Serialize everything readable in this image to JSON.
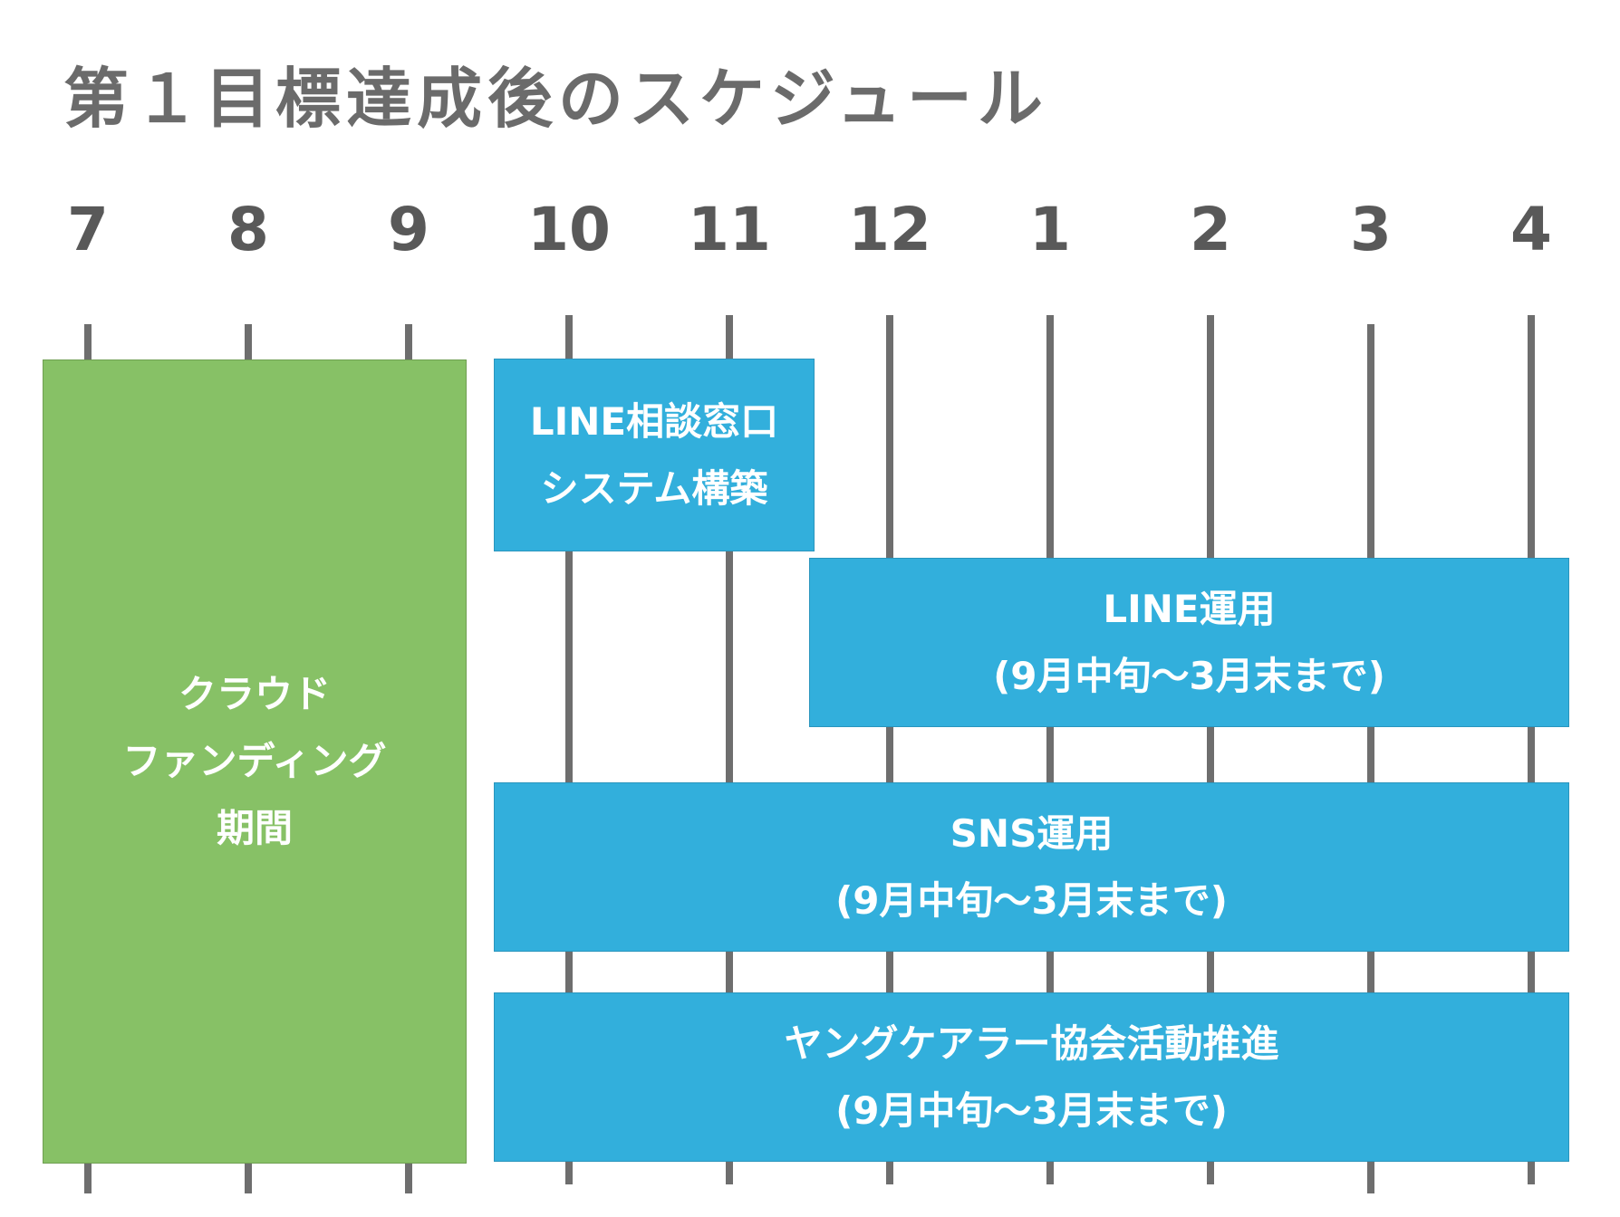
{
  "title": "第１目標達成後のスケジュール",
  "months": [
    "7",
    "8",
    "9",
    "10",
    "11",
    "12",
    "1",
    "2",
    "3",
    "4"
  ],
  "bars": [
    {
      "id": "crowdfunding",
      "lines": [
        "クラウド",
        "ファンディング",
        "期間"
      ],
      "color": "#87c166"
    },
    {
      "id": "line-system",
      "lines": [
        "LINE相談窓口",
        "システム構築"
      ],
      "color": "#32afdc"
    },
    {
      "id": "line-ops",
      "lines": [
        "LINE運用",
        "(9月中旬〜3月末まで)"
      ],
      "color": "#32afdc"
    },
    {
      "id": "sns-ops",
      "lines": [
        "SNS運用",
        "(9月中旬〜3月末まで)"
      ],
      "color": "#32afdc"
    },
    {
      "id": "young-carer",
      "lines": [
        "ヤングケアラー協会活動推進",
        "(9月中旬〜3月末まで)"
      ],
      "color": "#32afdc"
    }
  ]
}
